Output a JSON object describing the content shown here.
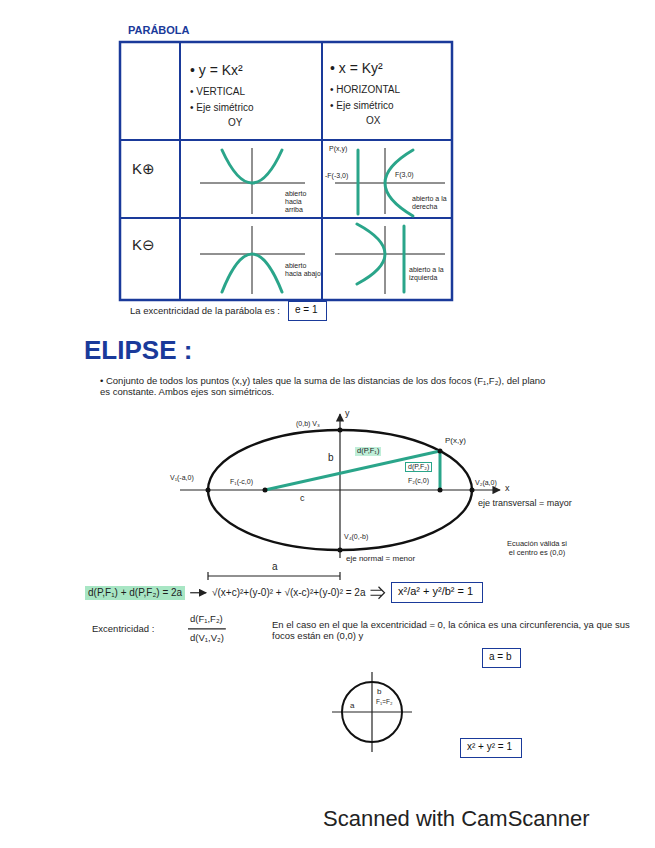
{
  "diagram": {
    "title": "PARÁBOLA",
    "nodes": [
      {
        "text": [
          "e = 1"
        ]
      },
      {
        "text": [
          "x²/a² + y²/b² = 1"
        ]
      },
      {
        "text": [
          "a = b"
        ]
      },
      {
        "text": [
          "x² + y² = 1"
        ]
      }
    ],
    "labels": [
      "• y = Kx²",
      "• VERTICAL",
      "• Eje simétrico",
      "OY",
      "• x = Ky²",
      "• HORIZONTAL",
      "• Eje simétrico",
      "OX",
      "K⊕",
      "abierto hacia arriba",
      "P(x,y)",
      "-F(-3,0)",
      "F(3,0)",
      "abierto a la derecha",
      "K⊖",
      "abierto hacia abajo",
      "abierto a la izquierda",
      "La excentricidad de la parábola es :",
      "ELIPSE :",
      "• Conjunto de todos los puntos (x,y) tales que la suma de las distancias de los dos focos (F₁,F₂), del plano es constante. Ambos ejes son simétricos.",
      "(0,b) V₃",
      "y",
      "b",
      "P(x,y)",
      "d(P,F₁)",
      "d(P,F₂)",
      "V₁(-a,0)",
      "F₁(-c,0)",
      "F₂(c,0)",
      "V₂(a,0)",
      "x",
      "c",
      "eje transversal = mayor",
      "V₄(0,-b)",
      "eje normal = menor",
      "a",
      "d(P,F₁) + d(P,F₂) = 2a",
      "√(x+c)²+(y-0)² + √(x-c)²+(y-0)² = 2a",
      "Ecuación válida si el centro es (0,0)",
      "Excentricidad :",
      "d(F₁,F₂)",
      "d(V₁,V₂)",
      "En el caso en el que la excentricidad = 0, la cónica es una circunferencia, ya que sus focos están en (0,0) y",
      "a",
      "b",
      "F₁=F₂",
      "Scanned with CamScanner"
    ]
  }
}
